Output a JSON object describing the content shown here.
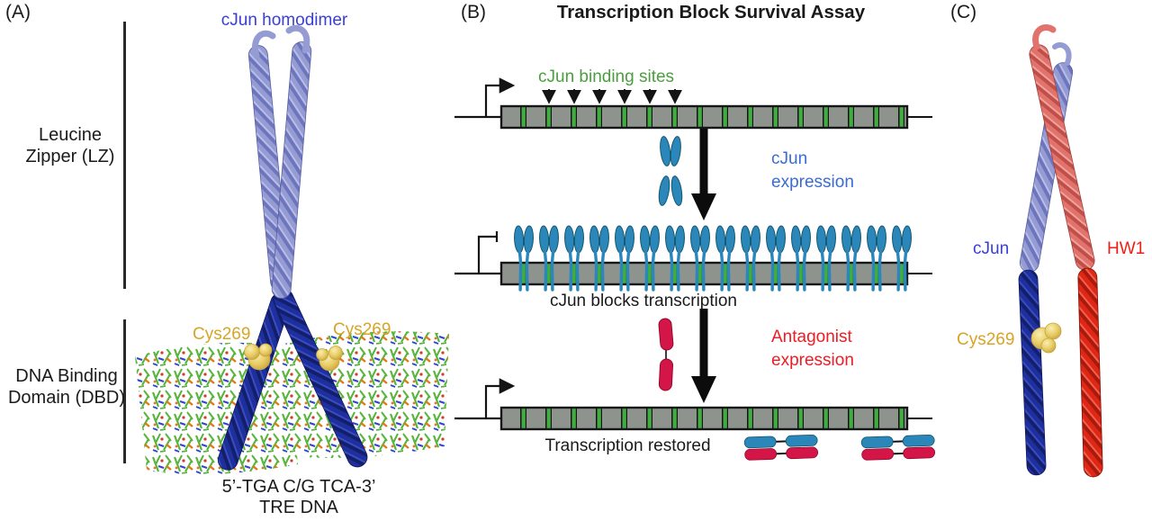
{
  "figure": {
    "panelA": {
      "tag": "(A)",
      "title": "cJun homodimer",
      "lz_label": "Leucine\nZipper (LZ)",
      "dbd_label": "DNA Binding\nDomain (DBD)",
      "cys_left": "Cys269",
      "cys_right": "Cys269",
      "dna_sequence": "5’-TGA C/G TCA-3’",
      "dna_name": "TRE DNA"
    },
    "panelB": {
      "tag": "(B)",
      "title": "Transcription Block Survival Assay",
      "binding_sites_label": "cJun binding sites",
      "cjun_expression_label": "cJun\nexpression",
      "blocks_label": "cJun blocks transcription",
      "antagonist_expression_label": "Antagonist\nexpression",
      "restored_label": "Transcription restored"
    },
    "panelC": {
      "tag": "(C)",
      "cjun_label": "cJun",
      "hw1_label": "HW1",
      "cys_label": "Cys269"
    },
    "colors": {
      "helix_light_periwinkle": "#959bd3",
      "helix_navy": "#1e2f9e",
      "helix_salmon": "#e1736c",
      "helix_red": "#e02715",
      "dimer_blue": "#2b87ba",
      "antagonist_crimson": "#d31647",
      "binding_site_green": "#3fae3f",
      "gene_bar_gray": "#8e938e",
      "cys_gold_text": "#d8a425",
      "sphere_gold": "#e8cd66",
      "text_blue": "#3a3fd4",
      "text_expression_blue": "#3a6cd4",
      "text_green": "#4a9e3f",
      "text_red": "#ee1c24",
      "dna_stick_green": "#58b43c"
    }
  }
}
